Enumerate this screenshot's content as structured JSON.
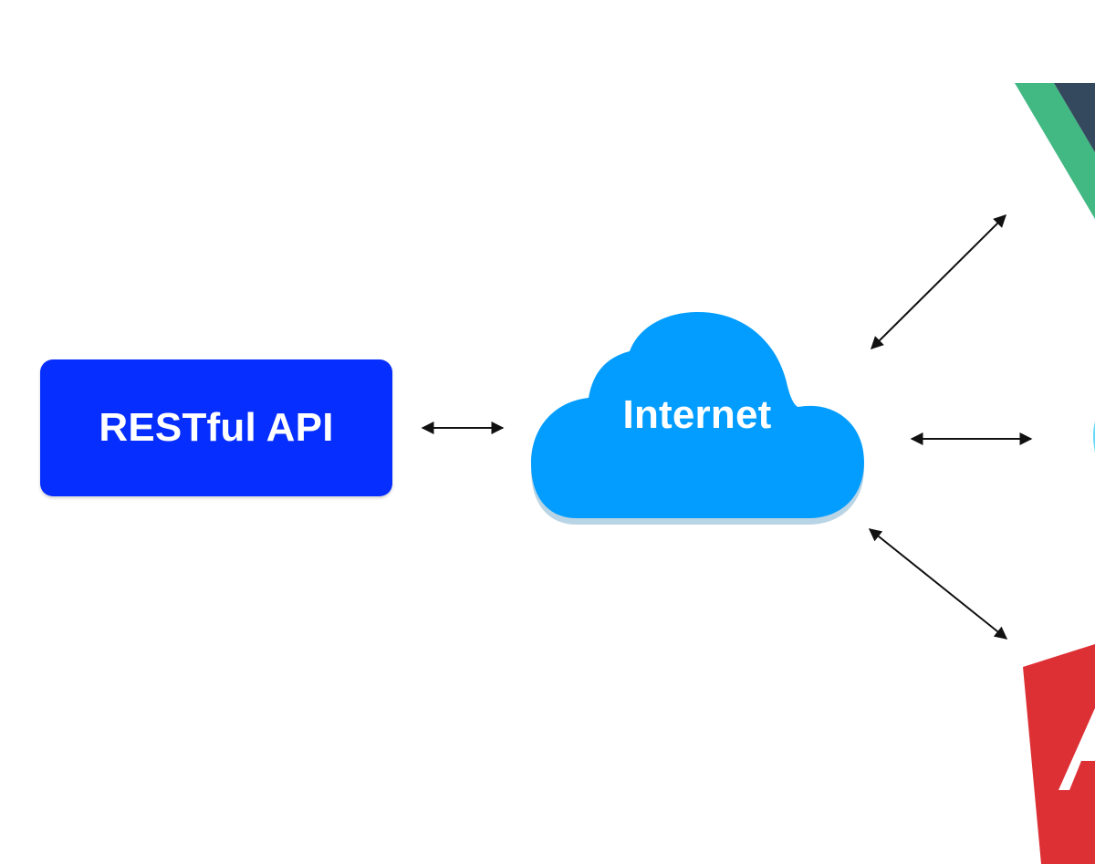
{
  "nodes": {
    "api": {
      "label": "RESTful API"
    },
    "cloud": {
      "label": "Internet"
    },
    "clients": [
      {
        "icon": "vue-logo-icon"
      },
      {
        "icon": "react-logo-icon"
      },
      {
        "icon": "angular-logo-icon"
      }
    ]
  },
  "edges": [
    {
      "from": "api",
      "to": "cloud",
      "style": "double-arrow"
    },
    {
      "from": "cloud",
      "to": "vue-logo-icon",
      "style": "double-arrow"
    },
    {
      "from": "cloud",
      "to": "react-logo-icon",
      "style": "double-arrow"
    },
    {
      "from": "cloud",
      "to": "angular-logo-icon",
      "style": "double-arrow"
    }
  ],
  "colors": {
    "api_box": "#062EFF",
    "cloud": "#039DFF",
    "cloud_shadow": "#7FB0D0",
    "arrow": "#111111",
    "vue_green": "#42B883",
    "vue_dark": "#35495E",
    "angular_red": "#DD3035",
    "angular_white": "#FFFFFF",
    "react_blue": "#61DAFB"
  }
}
